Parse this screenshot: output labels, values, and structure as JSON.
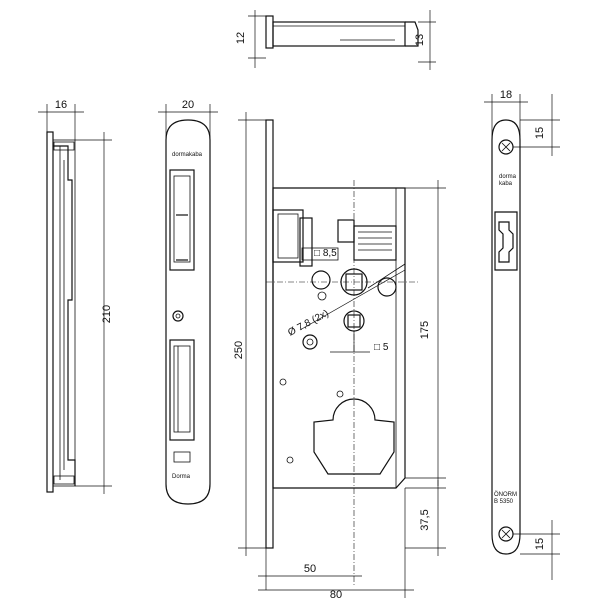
{
  "dimensions": {
    "top_left_height": "12",
    "top_right_height": "13",
    "left_strip_width": "16",
    "left_strip_height": "210",
    "faceplate_width": "20",
    "lock_height": "250",
    "square_size": "□ 8,5",
    "hole_diameter": "Ø 7,8 (2x)",
    "small_square": "□ 5",
    "backset_height": "175",
    "bottom_offset": "37,5",
    "backset": "50",
    "body_width": "80",
    "right_width": "18",
    "right_top_hole": "15",
    "right_bottom_hole": "15"
  },
  "branding": {
    "logo_line1": "dorma",
    "logo_line2": "kaba",
    "logo_line3": "ÖNORM",
    "logo_line4": "B 5350",
    "small_logo_line1": "dormakaba",
    "small_logo_line2": "Dorma"
  }
}
